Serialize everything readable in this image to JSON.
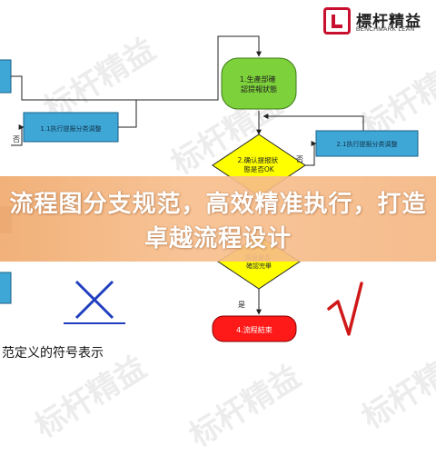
{
  "logo": {
    "name_cn": "標杆精益",
    "name_en": "BENCHMARK LEAN"
  },
  "watermark_text": "标杆精益",
  "banner": {
    "title": "流程图分支规范，高效精准执行，打造卓越流程设计"
  },
  "flowchart": {
    "start_node": "1.生產部確\n認提報狀態",
    "left_process": "1.1执行提报分类调整",
    "decision_1": "2.确认提报狀\n態是否OK",
    "right_process": "2.1执行提报分类调整",
    "decision_2": "訊息是否\n確認完畢",
    "end_node": "4.流程結束",
    "label_no": "否",
    "label_yes": "是"
  },
  "symbols": {
    "wrong_mark": "✕",
    "right_mark": "√"
  },
  "caption": "范定义的符号表示",
  "colors": {
    "banner": "#f4b07a",
    "start_green": "#7dd13a",
    "decision_yellow": "#ffff00",
    "process_blue": "#3fa7d6",
    "end_red": "#ff1a1a",
    "wrong_blue": "#1f3fbf",
    "right_red": "#d01818"
  }
}
